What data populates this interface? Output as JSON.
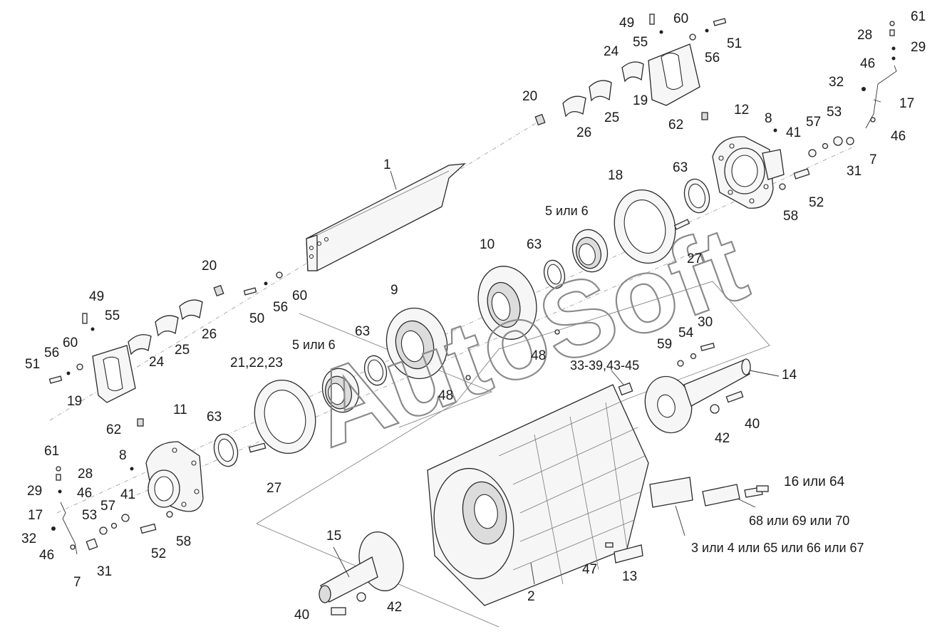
{
  "watermark": "AutoSoft",
  "callouts": {
    "p1": "1",
    "p2": "2",
    "p7a": "7",
    "p7b": "7",
    "p8a": "8",
    "p8b": "8",
    "p9": "9",
    "p10": "10",
    "p11": "11",
    "p12": "12",
    "p13": "13",
    "p14": "14",
    "p15": "15",
    "p16": "16 или 64",
    "p17a": "17",
    "p17b": "17",
    "p18": "18",
    "p19a": "19",
    "p19b": "19",
    "p20a": "20",
    "p20b": "20",
    "p21": "21,22,23",
    "p24a": "24",
    "p24b": "24",
    "p25a": "25",
    "p25b": "25",
    "p26a": "26",
    "p26b": "26",
    "p27a": "27",
    "p27b": "27",
    "p28a": "28",
    "p28b": "28",
    "p29a": "29",
    "p29b": "29",
    "p30": "30",
    "p31a": "31",
    "p31b": "31",
    "p32a": "32",
    "p32b": "32",
    "p33": "33-39,43-45",
    "p40a": "40",
    "p40b": "40",
    "p41a": "41",
    "p41b": "41",
    "p42a": "42",
    "p42b": "42",
    "p46a": "46",
    "p46b": "46",
    "p46c": "46",
    "p46d": "46",
    "p47": "47",
    "p48a": "48",
    "p48b": "48",
    "p49a": "49",
    "p49b": "49",
    "p50": "50",
    "p51a": "51",
    "p51b": "51",
    "p52a": "52",
    "p52b": "52",
    "p53a": "53",
    "p53b": "53",
    "p54": "54",
    "p55a": "55",
    "p55b": "55",
    "p56a": "56",
    "p56b": "56",
    "p56c": "56",
    "p57a": "57",
    "p57b": "57",
    "p58a": "58",
    "p58b": "58",
    "p59": "59",
    "p60a": "60",
    "p60b": "60",
    "p60c": "60",
    "p61a": "61",
    "p61b": "61",
    "p62a": "62",
    "p62b": "62",
    "p63a": "63",
    "p63b": "63",
    "p63c": "63",
    "p63d": "63",
    "p5a": "5 или 6",
    "p5b": "5 или 6",
    "p68": "68 или 69 или 70",
    "p3": "3 или 4 или 65 или 66 или 67"
  }
}
